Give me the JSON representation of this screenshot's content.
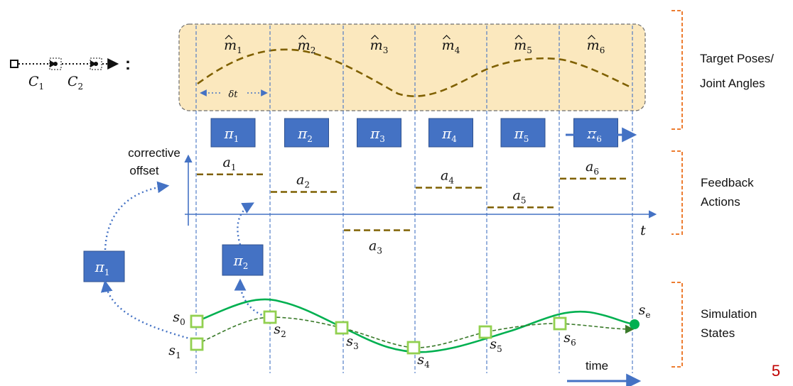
{
  "colors": {
    "band_fill": "#FBE8BE",
    "band_stroke": "#6E6E6E",
    "policy_box": "#4472C4",
    "dash_curve": "#7F6000",
    "axis_blue": "#4472C4",
    "bracket_orange": "#ED7D31",
    "sim_green": "#00B050",
    "state_square": "#92D050",
    "ref_green": "#3A7A2A",
    "slide_number": "#C00000"
  },
  "legend": {
    "label_1_base": "C",
    "label_1_sub": "1",
    "label_2_base": "C",
    "label_2_sub": "2",
    "colon": ":"
  },
  "targets": {
    "items": [
      {
        "base": "m",
        "sub": "1"
      },
      {
        "base": "m",
        "sub": "2"
      },
      {
        "base": "m",
        "sub": "3"
      },
      {
        "base": "m",
        "sub": "4"
      },
      {
        "base": "m",
        "sub": "5"
      },
      {
        "base": "m",
        "sub": "6"
      }
    ],
    "delta_t": "δt"
  },
  "policies": [
    {
      "base": "π",
      "sub": "1"
    },
    {
      "base": "π",
      "sub": "2"
    },
    {
      "base": "π",
      "sub": "3"
    },
    {
      "base": "π",
      "sub": "4"
    },
    {
      "base": "π",
      "sub": "5"
    },
    {
      "base": "π",
      "sub": "6"
    }
  ],
  "policy_side": [
    {
      "base": "π",
      "sub": "1"
    },
    {
      "base": "π",
      "sub": "2"
    }
  ],
  "feedback": {
    "y_label_line1": "corrective",
    "y_label_line2": "offset",
    "x_label": "t",
    "actions": [
      {
        "base": "a",
        "sub": "1",
        "value": 0.75
      },
      {
        "base": "a",
        "sub": "2",
        "value": 0.42
      },
      {
        "base": "a",
        "sub": "3",
        "value": -0.3
      },
      {
        "base": "a",
        "sub": "4",
        "value": 0.5
      },
      {
        "base": "a",
        "sub": "5",
        "value": 0.13
      },
      {
        "base": "a",
        "sub": "6",
        "value": 0.67
      }
    ]
  },
  "states": {
    "labels": [
      {
        "base": "s",
        "sub": "0"
      },
      {
        "base": "s",
        "sub": "1"
      },
      {
        "base": "s",
        "sub": "2"
      },
      {
        "base": "s",
        "sub": "3"
      },
      {
        "base": "s",
        "sub": "4"
      },
      {
        "base": "s",
        "sub": "5"
      },
      {
        "base": "s",
        "sub": "6"
      },
      {
        "base": "s",
        "sub": "e"
      }
    ],
    "time_label": "time"
  },
  "right_labels": {
    "target_line1": "Target Poses/",
    "target_line2": "Joint Angles",
    "feedback_line1": "Feedback",
    "feedback_line2": "Actions",
    "sim_line1": "Simulation",
    "sim_line2": "States"
  },
  "page_number": "5"
}
